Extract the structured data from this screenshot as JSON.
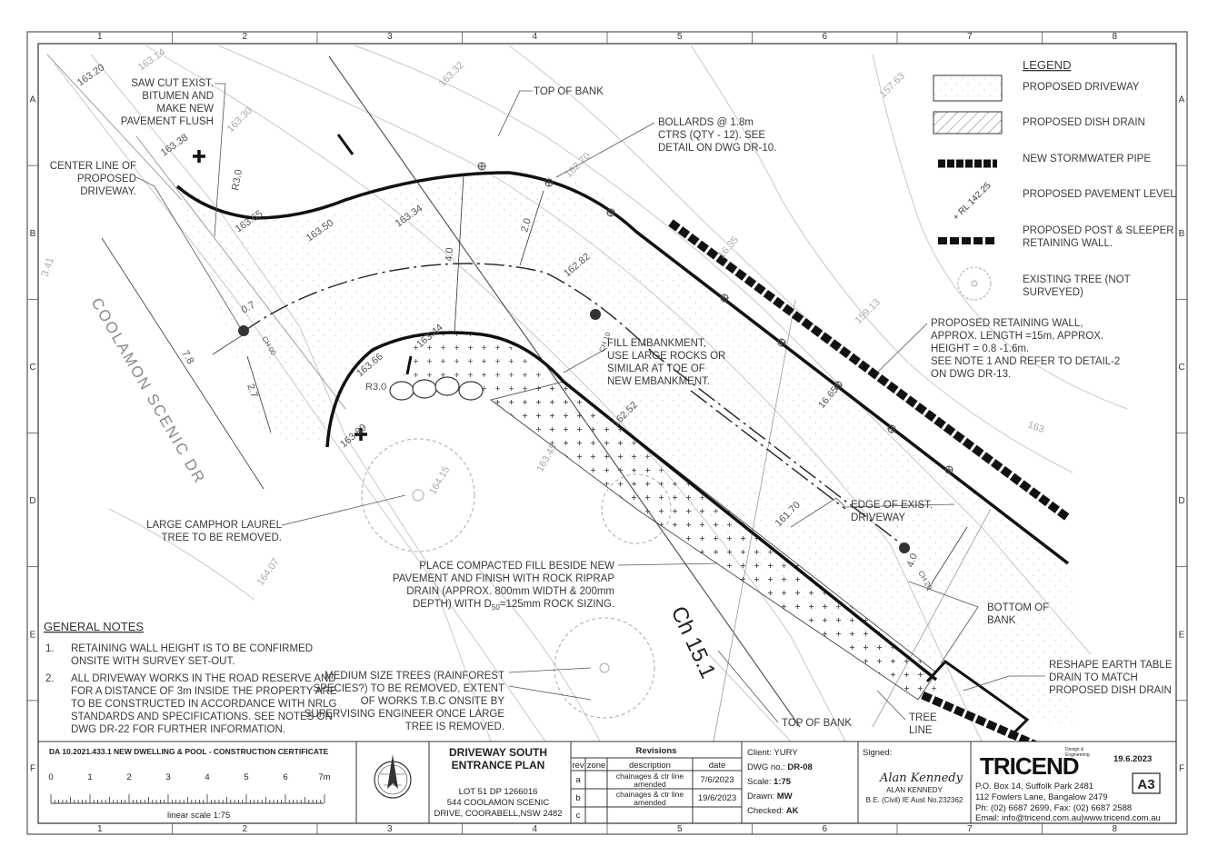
{
  "grid": {
    "columns": [
      "1",
      "2",
      "3",
      "4",
      "5",
      "6",
      "7",
      "8"
    ],
    "rows": [
      "A",
      "B",
      "C",
      "D",
      "E",
      "F"
    ]
  },
  "road_name": "COOLAMON SCENIC DR",
  "chainage_big": "Ch 15.1",
  "annotations": {
    "saw_cut": [
      "SAW CUT EXIST.",
      "BITUMEN AND",
      "MAKE NEW",
      "PAVEMENT FLUSH"
    ],
    "center_line": [
      "CENTER LINE OF",
      "PROPOSED",
      "DRIVEWAY."
    ],
    "top_of_bank": "TOP OF BANK",
    "bollards": [
      "BOLLARDS @ 1.8m",
      "CTRS (QTY - 12). SEE",
      "DETAIL ON DWG DR-10."
    ],
    "fill_embankment": [
      "FILL EMBANKMENT,",
      "USE LARGE ROCKS OR",
      "SIMILAR AT TOE OF",
      "NEW EMBANKMENT."
    ],
    "retaining_wall": [
      "PROPOSED RETAINING WALL,",
      "APPROX. LENGTH =15m, APPROX.",
      "HEIGHT  = 0.8 -1.6m.",
      "SEE NOTE 1 AND REFER TO DETAIL-2",
      "ON DWG DR-13."
    ],
    "edge_exist": [
      "EDGE OF EXIST.",
      "DRIVEWAY"
    ],
    "camphor": [
      "LARGE CAMPHOR LAUREL",
      "TREE TO BE REMOVED."
    ],
    "compacted_fill": [
      "PLACE COMPACTED FILL BESIDE NEW",
      "PAVEMENT AND FINISH WITH ROCK RIPRAP",
      "DRAIN (APPROX. 800mm WIDTH & 200mm",
      "DEPTH) WITH D"
    ],
    "compacted_fill_sub": "50",
    "compacted_fill_end": "=125mm ROCK SIZING.",
    "bottom_of_bank": [
      "BOTTOM OF",
      "BANK"
    ],
    "reshape": [
      "RESHAPE EARTH TABLE",
      "DRAIN TO MATCH",
      "PROPOSED DISH DRAIN"
    ],
    "medium_trees": [
      "MEDIUM SIZE TREES (RAINFOREST",
      "SPECIES?) TO BE REMOVED, EXTENT",
      "OF WORKS T.B.C ONSITE BY",
      "SUPERVISING ENGINEER ONCE LARGE",
      "TREE IS REMOVED."
    ],
    "top_of_bank_2": "TOP OF BANK",
    "tree_line": [
      "TREE",
      "LINE"
    ]
  },
  "levels": {
    "l16320": "163.20",
    "l16314": "163.14",
    "l16330": "163.30",
    "l16332": "163.32",
    "l16338": "163.38",
    "l16365": "163.65",
    "l16350": "163.50",
    "l16334": "163.34",
    "l16270": "162.70",
    "l16282": "162.82",
    "l15763": "157.63",
    "l15913": "159.13",
    "l16366": "163.66",
    "l16389": "163.89",
    "l16344": "163.44",
    "l16252": "162.52",
    "l16170": "161.70",
    "l16415": "164.15",
    "l16407": "164.07",
    "l16345": "163.45",
    "l1635": "163",
    "l13341": "3.41",
    "l16335": "16.35",
    "l16265": "16.65"
  },
  "dims": {
    "r30a": "R3.0",
    "r30b": "R3.0",
    "d40": "4.0",
    "d20": "2.0",
    "d07": "0.7",
    "d78": "7.8",
    "d27": "2.7",
    "d40b": "4.0",
    "ch00": "CH 00",
    "ch10": "CH 10",
    "ch20": "CH 20"
  },
  "legend": {
    "title": "LEGEND",
    "items": [
      "PROPOSED DRIVEWAY",
      "PROPOSED DISH DRAIN",
      "NEW STORMWATER PIPE",
      "PROPOSED PAVEMENT LEVEL",
      "PROPOSED POST & SLEEPER",
      "RETAINING WALL.",
      "EXISTING TREE (NOT",
      "SURVEYED)"
    ],
    "rl_sample": "+ RL 142.25"
  },
  "general_notes": {
    "title": "GENERAL NOTES",
    "n1_num": "1.",
    "n1": [
      "RETAINING WALL HEIGHT IS TO BE CONFIRMED",
      "ONSITE WITH SURVEY SET-OUT."
    ],
    "n2_num": "2.",
    "n2": [
      "ALL DRIVEWAY WORKS IN THE ROAD RESERVE AND",
      "FOR A DISTANCE OF 3m INSIDE THE PROPERTY ARE",
      "TO BE CONSTRUCTED IN ACCORDANCE WITH NRLG",
      "STANDARDS AND SPECIFICATIONS. SEE NOTES ON",
      "DWG DR-22 FOR FURTHER INFORMATION."
    ]
  },
  "title_block": {
    "da_title": "DA 10.2021.433.1 NEW DWELLING & POOL - CONSTRUCTION CERTIFICATE",
    "scale_ticks": [
      "0",
      "1",
      "2",
      "3",
      "4",
      "5",
      "6",
      "7m"
    ],
    "linear_scale": "linear scale 1:75",
    "drawing_title": [
      "DRIVEWAY SOUTH",
      "ENTRANCE PLAN"
    ],
    "address": [
      "LOT 51 DP 1266016",
      "544 COOLAMON SCENIC",
      "DRIVE, COORABELL,NSW 2482"
    ],
    "revisions_title": "Revisions",
    "rev_headers": [
      "rev",
      "zone",
      "description",
      "date"
    ],
    "revisions": [
      {
        "rev": "a",
        "desc": [
          "chainages & ctr line",
          "amended"
        ],
        "date": "7/6/2023"
      },
      {
        "rev": "b",
        "desc": [
          "chainages & ctr line",
          "amended"
        ],
        "date": "19/6/2023"
      },
      {
        "rev": "c",
        "desc": [
          "",
          ""
        ],
        "date": ""
      }
    ],
    "client_label": "Client:",
    "client": "YURY",
    "dwg_label": "DWG no.:",
    "dwg": "DR-08",
    "scale_label": "Scale:",
    "scale": "1:75",
    "drawn_label": "Drawn:",
    "drawn": "MW",
    "checked_label": "Checked:",
    "checked": "AK",
    "signed_label": "Signed:",
    "signature": "Alan Kennedy",
    "signer_name": "ALAN KENNEDY",
    "signer_quals": "B.E. (Civil) IE Aust No.232362",
    "company": "TRICEND",
    "company_tag": [
      "Design &",
      "Engineering"
    ],
    "date": "19.6.2023",
    "sheet": "A3",
    "contact": [
      "P.O. Box 14, Suffolk Park 2481",
      "112 Fowlers Lane, Bangalow 2479",
      "Ph: (02) 6687 2699, Fax: (02) 6687 2588",
      "Email: info@tricend.com.au|www.tricend.com.au"
    ]
  }
}
